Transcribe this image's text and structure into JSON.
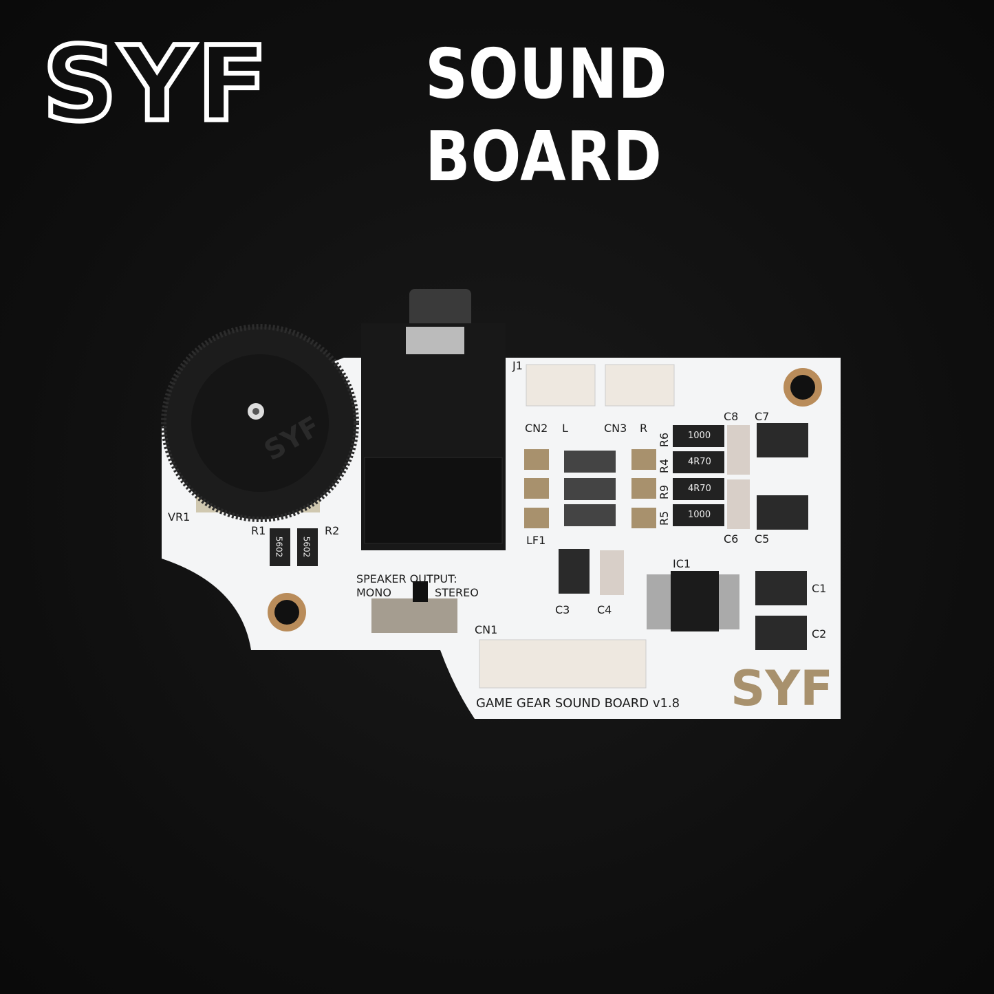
{
  "header": {
    "brand_logo": "SYF",
    "title": "SOUND BOARD"
  },
  "board": {
    "silkscreen": {
      "j1": "J1",
      "cn2": "CN2",
      "l": "L",
      "cn3": "CN3",
      "r": "R",
      "vr1": "VR1",
      "r1": "R1",
      "r2": "R2",
      "lf1": "LF1",
      "r6": "R6",
      "r4": "R4",
      "r9": "R9",
      "r5": "R5",
      "c8": "C8",
      "c7": "C7",
      "c6": "C6",
      "c5": "C5",
      "c3": "C3",
      "c4": "C4",
      "ic1": "IC1",
      "c1": "C1",
      "c2": "C2",
      "cn1": "CN1",
      "speaker_output": "SPEAKER OUTPUT:",
      "mono": "MONO",
      "stereo": "STEREO",
      "board_name": "GAME GEAR SOUND BOARD v1.8",
      "board_logo": "SYF"
    },
    "resistor_codes": {
      "r6": "1000",
      "r4": "4R70",
      "r9": "4R70",
      "r5": "1000",
      "r1": "5602",
      "r2": "5602"
    },
    "knob_logo": "SYF",
    "colors": {
      "pcb": "#f4f5f6",
      "gold": "#a8916d",
      "background": "#0f0f0f"
    }
  }
}
